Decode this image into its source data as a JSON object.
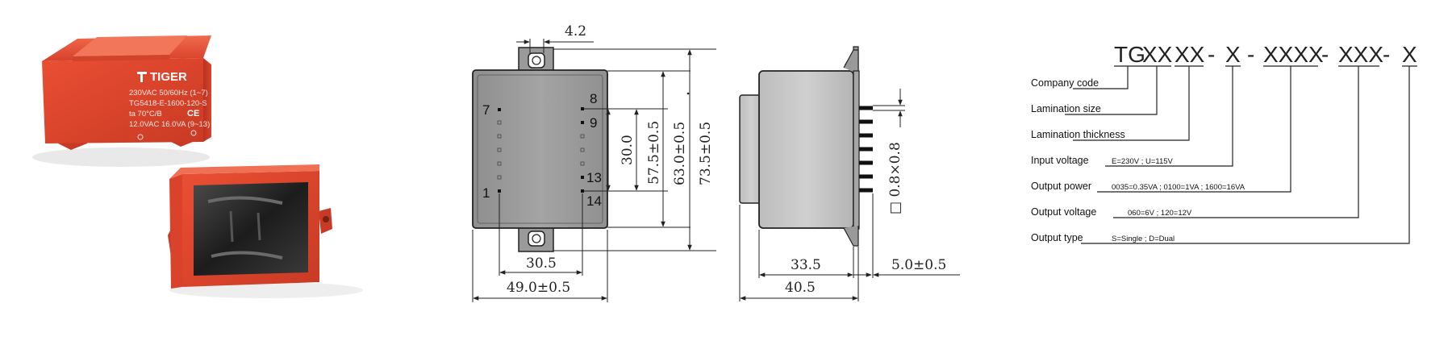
{
  "product_photo": {
    "brand": "TIGER",
    "label_lines": [
      "230VAC  50/60Hz (1~7)",
      "TG5418-E-1600-120-S",
      "ta 70°C/B",
      "12.0VAC  16.0VA (9~13)"
    ],
    "ce_mark": "CE"
  },
  "front_view": {
    "top_dim": "4.2",
    "pins_left": [
      "7",
      "1"
    ],
    "pins_right": [
      "8",
      "9",
      "13",
      "14"
    ],
    "dim_30_0": "30.0",
    "dim_57_5": "57.5±0.5",
    "dim_63_0": "63.0±0.5",
    "dim_73_5": "73.5±0.5",
    "dim_30_5": "30.5",
    "dim_49_0": "49.0±0.5"
  },
  "side_view": {
    "pin_dim": "□ 0.8×0.8",
    "dim_33_5": "33.5",
    "dim_5_0": "5.0±0.5",
    "dim_40_5": "40.5"
  },
  "ordering_code": {
    "segments": [
      "TG",
      "XX",
      "XX",
      "-",
      "X",
      "-",
      "XXXX",
      "-",
      "XXX",
      "-",
      "X"
    ],
    "fields": [
      {
        "label": "Company code",
        "desc": ""
      },
      {
        "label": "Lamination size",
        "desc": ""
      },
      {
        "label": "Lamination thickness",
        "desc": ""
      },
      {
        "label": "Input voltage",
        "desc": "E=230V ; U=115V"
      },
      {
        "label": "Output power",
        "desc": "0035=0.35VA ; 0100=1VA ; 1600=16VA"
      },
      {
        "label": "Output voltage",
        "desc": "060=6V ; 120=12V"
      },
      {
        "label": "Output type",
        "desc": "S=Single ; D=Dual"
      }
    ]
  },
  "colors": {
    "housing_red": "#e0452c",
    "body_gray": "#9a9a9a",
    "line": "#222222"
  }
}
